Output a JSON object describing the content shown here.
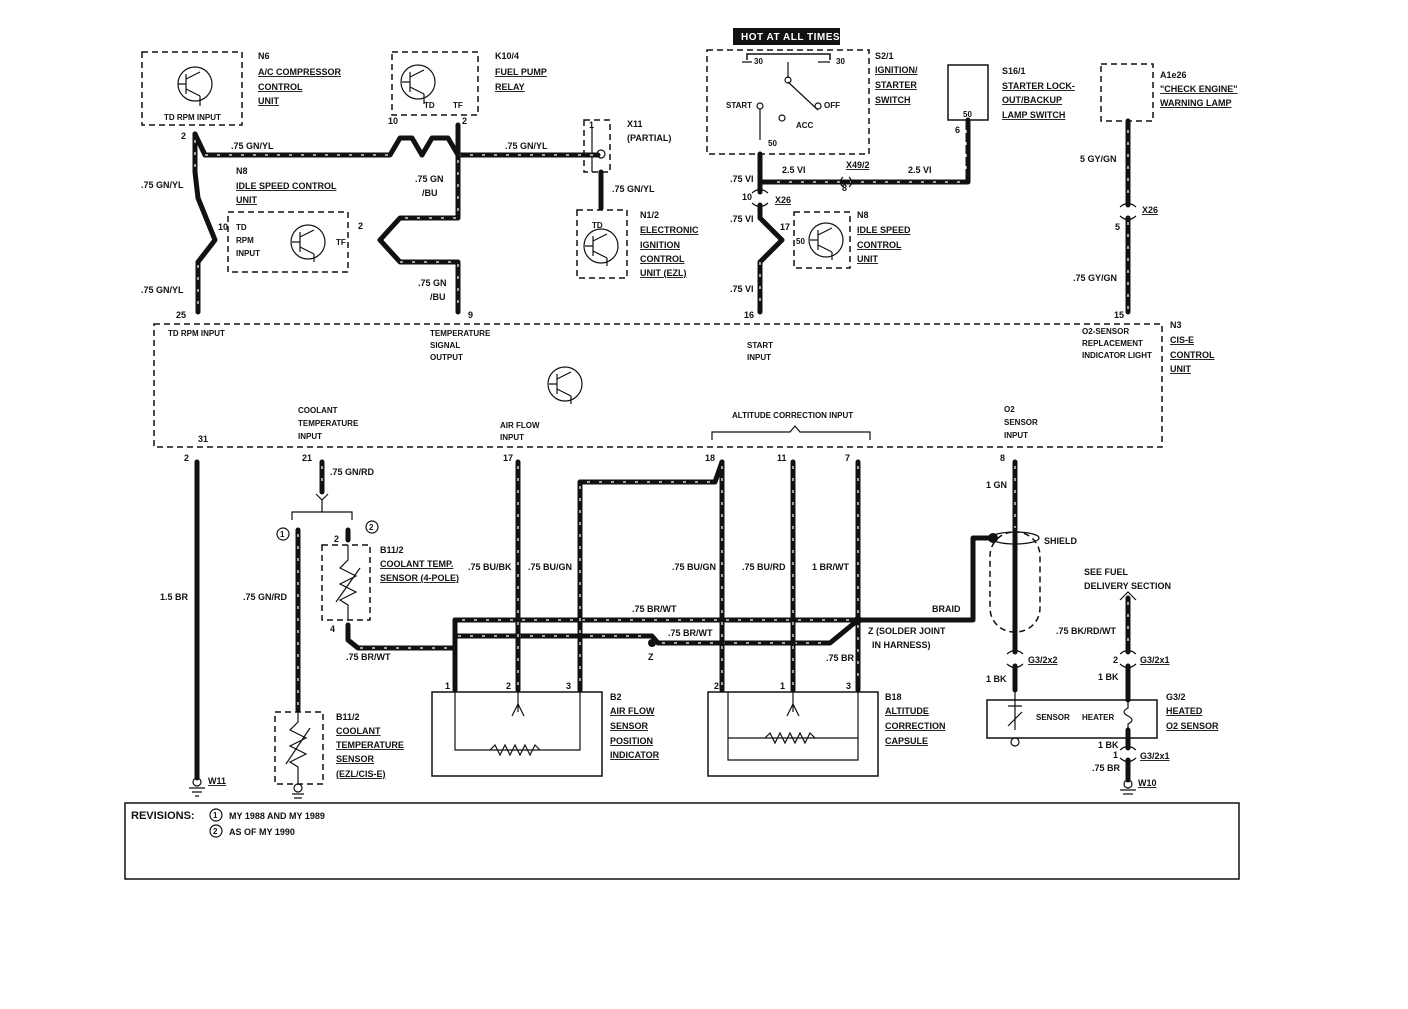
{
  "hot_label": "HOT AT ALL TIMES",
  "components": {
    "n6": {
      "id": "N6",
      "line1": "A/C COMPRESSOR",
      "line2": "CONTROL",
      "line3": "UNIT",
      "pin_label": "TD RPM INPUT"
    },
    "k10_4": {
      "id": "K10/4",
      "line1": "FUEL PUMP",
      "line2": "RELAY",
      "pin_label": "TD"
    },
    "x11": {
      "id": "X11",
      "line1": "(PARTIAL)"
    },
    "s2_1": {
      "id": "S2/1",
      "line1": "IGNITION/",
      "line2": "STARTER",
      "line3": "SWITCH",
      "start": "START",
      "off": "OFF",
      "acc": "ACC"
    },
    "s16_1": {
      "id": "S16/1",
      "line1": "STARTER LOCK-",
      "line2": "OUT/BACKUP",
      "line3": "LAMP SWITCH"
    },
    "a1e26": {
      "id": "A1e26",
      "line1": "\"CHECK ENGINE\"",
      "line2": "WARNING LAMP"
    },
    "n8_left": {
      "id": "N8",
      "line1": "IDLE SPEED CONTROL",
      "line2": "UNIT",
      "in1": "TD",
      "in2": "RPM",
      "in3": "INPUT",
      "out": "TF"
    },
    "n1_2": {
      "id": "N1/2",
      "line1": "ELECTRONIC",
      "line2": "IGNITION",
      "line3": "CONTROL",
      "line4": "UNIT (EZL)",
      "pin_label": "TD"
    },
    "n8_right": {
      "id": "N8",
      "line1": "IDLE SPEED",
      "line2": "CONTROL",
      "line3": "UNIT"
    },
    "n3": {
      "id": "N3",
      "line1": "CIS-E",
      "line2": "CONTROL",
      "line3": "UNIT"
    },
    "b11_2_top": {
      "id": "B11/2",
      "line1": "COOLANT TEMP.",
      "line2": "SENSOR (4-POLE)"
    },
    "b11_2_bottom": {
      "id": "B11/2",
      "line1": "COOLANT",
      "line2": "TEMPERATURE",
      "line3": "SENSOR",
      "line4": "(EZL/CIS-E)"
    },
    "b2": {
      "id": "B2",
      "line1": "AIR FLOW",
      "line2": "SENSOR",
      "line3": "POSITION",
      "line4": "INDICATOR"
    },
    "b18": {
      "id": "B18",
      "line1": "ALTITUDE",
      "line2": "CORRECTION",
      "line3": "CAPSULE"
    },
    "g3_2": {
      "id": "G3/2",
      "line1": "HEATED",
      "line2": "O2 SENSOR",
      "sensor": "SENSOR",
      "heater": "HEATER"
    }
  },
  "control_unit_labels": {
    "td_rpm_input": "TD RPM INPUT",
    "temp_signal_output_1": "TEMPERATURE",
    "temp_signal_output_2": "SIGNAL",
    "temp_signal_output_3": "OUTPUT",
    "start_input_1": "START",
    "start_input_2": "INPUT",
    "o2_indicator_1": "O2-SENSOR",
    "o2_indicator_2": "REPLACEMENT",
    "o2_indicator_3": "INDICATOR LIGHT",
    "coolant_input_1": "COOLANT",
    "coolant_input_2": "TEMPERATURE",
    "coolant_input_3": "INPUT",
    "airflow_input_1": "AIR FLOW",
    "airflow_input_2": "INPUT",
    "altitude_input": "ALTITUDE CORRECTION INPUT",
    "o2_input_1": "O2",
    "o2_input_2": "SENSOR",
    "o2_input_3": "INPUT"
  },
  "wire_labels": {
    "w1": ".75 GN/YL",
    "w2": ".75 GN/YL",
    "w3": ".75 GN/YL",
    "w4": ".75 GN/YL",
    "w5": ".75 GN",
    "w5b": "/BU",
    "w6": ".75 GN",
    "w6b": "/BU",
    "w7": ".75 GN/YL",
    "w8": ".75 VI",
    "w9": ".75 VI",
    "w10": ".75 VI",
    "w11": "2.5 VI",
    "w12": "2.5 VI",
    "w13": "5 GY/GN",
    "w14": ".75 GY/GN",
    "w15": "1.5 BR",
    "w16": ".75 GN/RD",
    "w17": ".75 GN/RD",
    "w18": ".75 BU/BK",
    "w19": ".75 BU/GN",
    "w20": ".75 BU/GN",
    "w21": ".75 BU/RD",
    "w22": "1 BR/WT",
    "w23": "1 GN",
    "w24": ".75 BR/WT",
    "w25": ".75 BR/WT",
    "w26": ".75 BR/WT",
    "w27": ".75 BR",
    "w28": ".75 BK/RD/WT",
    "w29": "1 BK",
    "w30": "1 BK",
    "w31": "1 BK",
    "w32": ".75 BR",
    "braid": "BRAID",
    "shield": "SHIELD"
  },
  "connectors": {
    "x49_2": "X49/2",
    "x26_left": "X26",
    "x26_right": "X26",
    "g3_2x2": "G3/2x2",
    "g3_2x1_top": "G3/2x1",
    "g3_2x1_bottom": "G3/2x1"
  },
  "pins": {
    "p2a": "2",
    "p10a": "10",
    "p2b": "2",
    "p1x": "1",
    "p50a": "50",
    "p30a": "30",
    "p30b": "30",
    "p50b": "50",
    "p6a": "6",
    "p10b": "10",
    "p8a": "8",
    "p5a": "5",
    "p17a": "17",
    "p50c": "50",
    "p2c": "2",
    "p10c": "10",
    "p25": "25",
    "p9": "9",
    "p16": "16",
    "p15": "15",
    "p31": "31",
    "p2d": "2",
    "p21": "21",
    "p17b": "17",
    "p18": "18",
    "p11": "11",
    "p7": "7",
    "p8b": "8",
    "p2e": "2",
    "p4": "4",
    "p1a": "1",
    "p2f": "2",
    "p3a": "3",
    "p2g": "2",
    "p1b": "1",
    "p3b": "3",
    "p2h": "2",
    "p1c": "1"
  },
  "notes": {
    "z_joint_1": "Z (SOLDER JOINT",
    "z_joint_2": "IN HARNESS)",
    "z": "Z",
    "fuel_ref_1": "SEE FUEL",
    "fuel_ref_2": "DELIVERY SECTION",
    "ground_w11": "W11",
    "ground_w10": "W10",
    "mark1": "1",
    "mark2": "2"
  },
  "revisions": {
    "title": "REVISIONS:",
    "r1_num": "1",
    "r1": "MY 1988 AND MY 1989",
    "r2_num": "2",
    "r2": "AS OF MY 1990"
  }
}
